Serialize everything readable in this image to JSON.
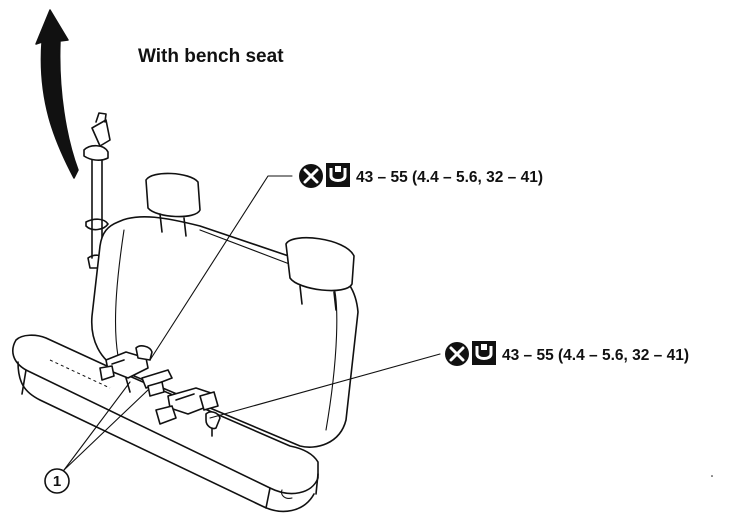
{
  "title": "With bench seat",
  "torque_upper": {
    "icon_replace": "x-circle-icon",
    "icon_torque": "torque-wrench-icon",
    "value": "43 – 55 (4.4 – 5.6, 32 – 41)"
  },
  "torque_lower": {
    "icon_replace": "x-circle-icon",
    "icon_torque": "torque-wrench-icon",
    "value": "43 – 55 (4.4 – 5.6, 32 – 41)"
  },
  "callout_1": "1",
  "colors": {
    "ink": "#111111",
    "background": "#ffffff"
  }
}
